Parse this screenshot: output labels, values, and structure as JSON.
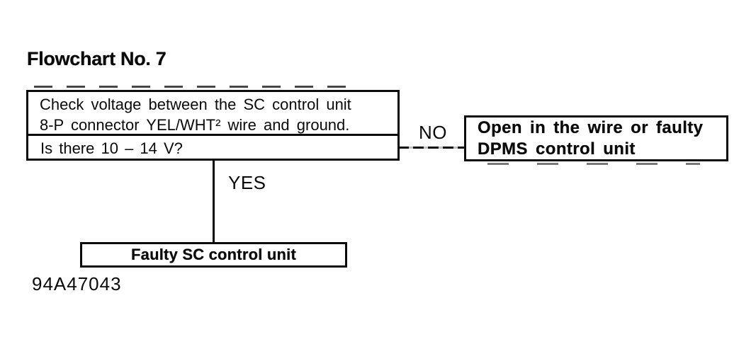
{
  "page": {
    "title": "Flowchart No. 7",
    "figure_code": "94A47043",
    "colors": {
      "ink": "#0a0a0a",
      "paper": "#ffffff"
    }
  },
  "flowchart": {
    "decision_box": {
      "instruction_lines": [
        "Check voltage between the SC control unit",
        "8-P connector YEL/WHT² wire and ground."
      ],
      "question": "Is there 10 – 14 V?"
    },
    "no_branch": {
      "label": "NO",
      "result_lines": [
        "Open in the wire or faulty",
        "DPMS control unit"
      ]
    },
    "yes_branch": {
      "label": "YES",
      "result": "Faulty SC control unit"
    }
  }
}
